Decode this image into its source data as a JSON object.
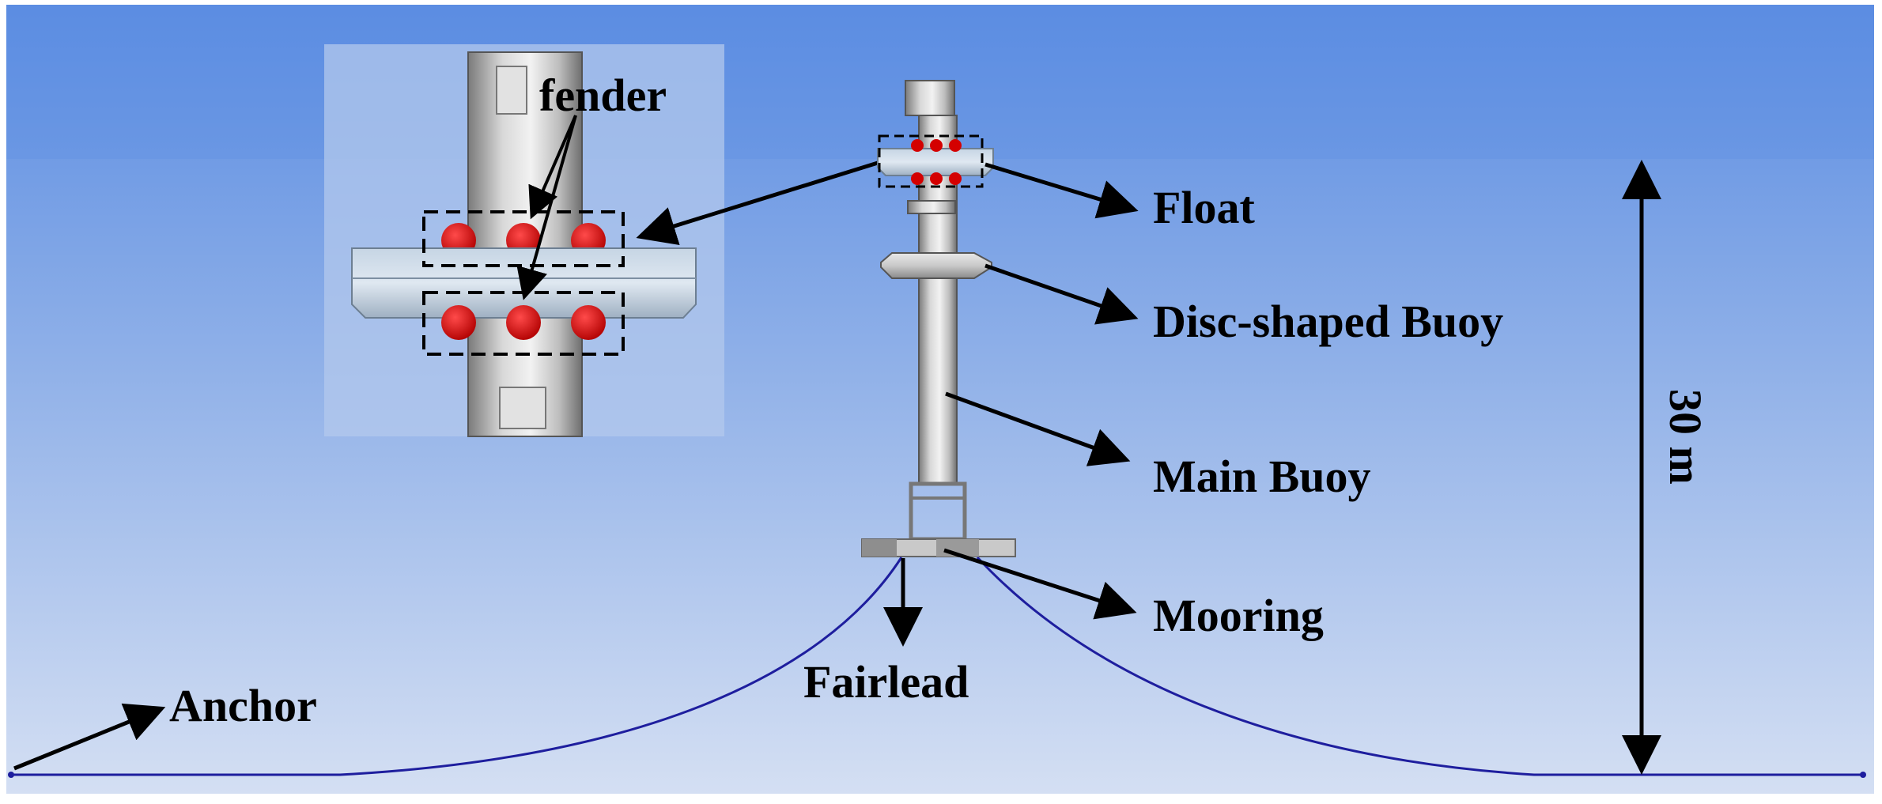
{
  "diagram": {
    "labels": {
      "fender": "fender",
      "float": "Float",
      "disc_buoy": "Disc-shaped Buoy",
      "main_buoy": "Main Buoy",
      "mooring": "Mooring",
      "fairlead": "Fairlead",
      "anchor": "Anchor",
      "depth": "30 m"
    },
    "colors": {
      "water_top": "#5b8de3",
      "water_bottom": "#d3def3",
      "mooring_line": "#1e1e9e",
      "fender": "#d40000",
      "steel": "#b9b9b9"
    }
  }
}
